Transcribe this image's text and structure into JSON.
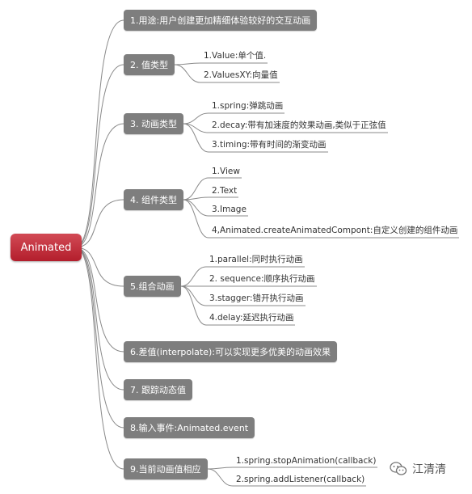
{
  "root": "Animated",
  "branches": [
    {
      "label": "1.用途:用户创建更加精细体验较好的交互动画"
    },
    {
      "label": "2. 值类型",
      "leaves": [
        "1.Value:单个值.",
        "2.ValuesXY:向量值"
      ]
    },
    {
      "label": "3. 动画类型",
      "leaves": [
        "1.spring:弹跳动画",
        "2.decay:带有加速度的效果动画,类似于正弦值",
        "3.timing:带有时间的渐变动画"
      ]
    },
    {
      "label": "4. 组件类型",
      "leaves": [
        "1.View",
        "2.Text",
        "3.Image",
        "4,Animated.createAnimatedCompont:自定义创建的组件动画"
      ]
    },
    {
      "label": "5.组合动画",
      "leaves": [
        "1.parallel:同时执行动画",
        "2. sequence:顺序执行动画",
        "3.stagger:错开执行动画",
        "4.delay:延迟执行动画"
      ]
    },
    {
      "label": "6.差值(interpolate):可以实现更多优美的动画效果"
    },
    {
      "label": "7. 跟踪动态值"
    },
    {
      "label": "8.输入事件:Animated.event"
    },
    {
      "label": "9.当前动画值相应",
      "leaves": [
        "1.spring.stopAnimation(callback)",
        "2.spring.addListener(callback)"
      ]
    }
  ],
  "watermark": "江清清",
  "colors": {
    "root": "#c0283a",
    "branch": "#7e7e7e",
    "line": "#8a8a8a"
  }
}
